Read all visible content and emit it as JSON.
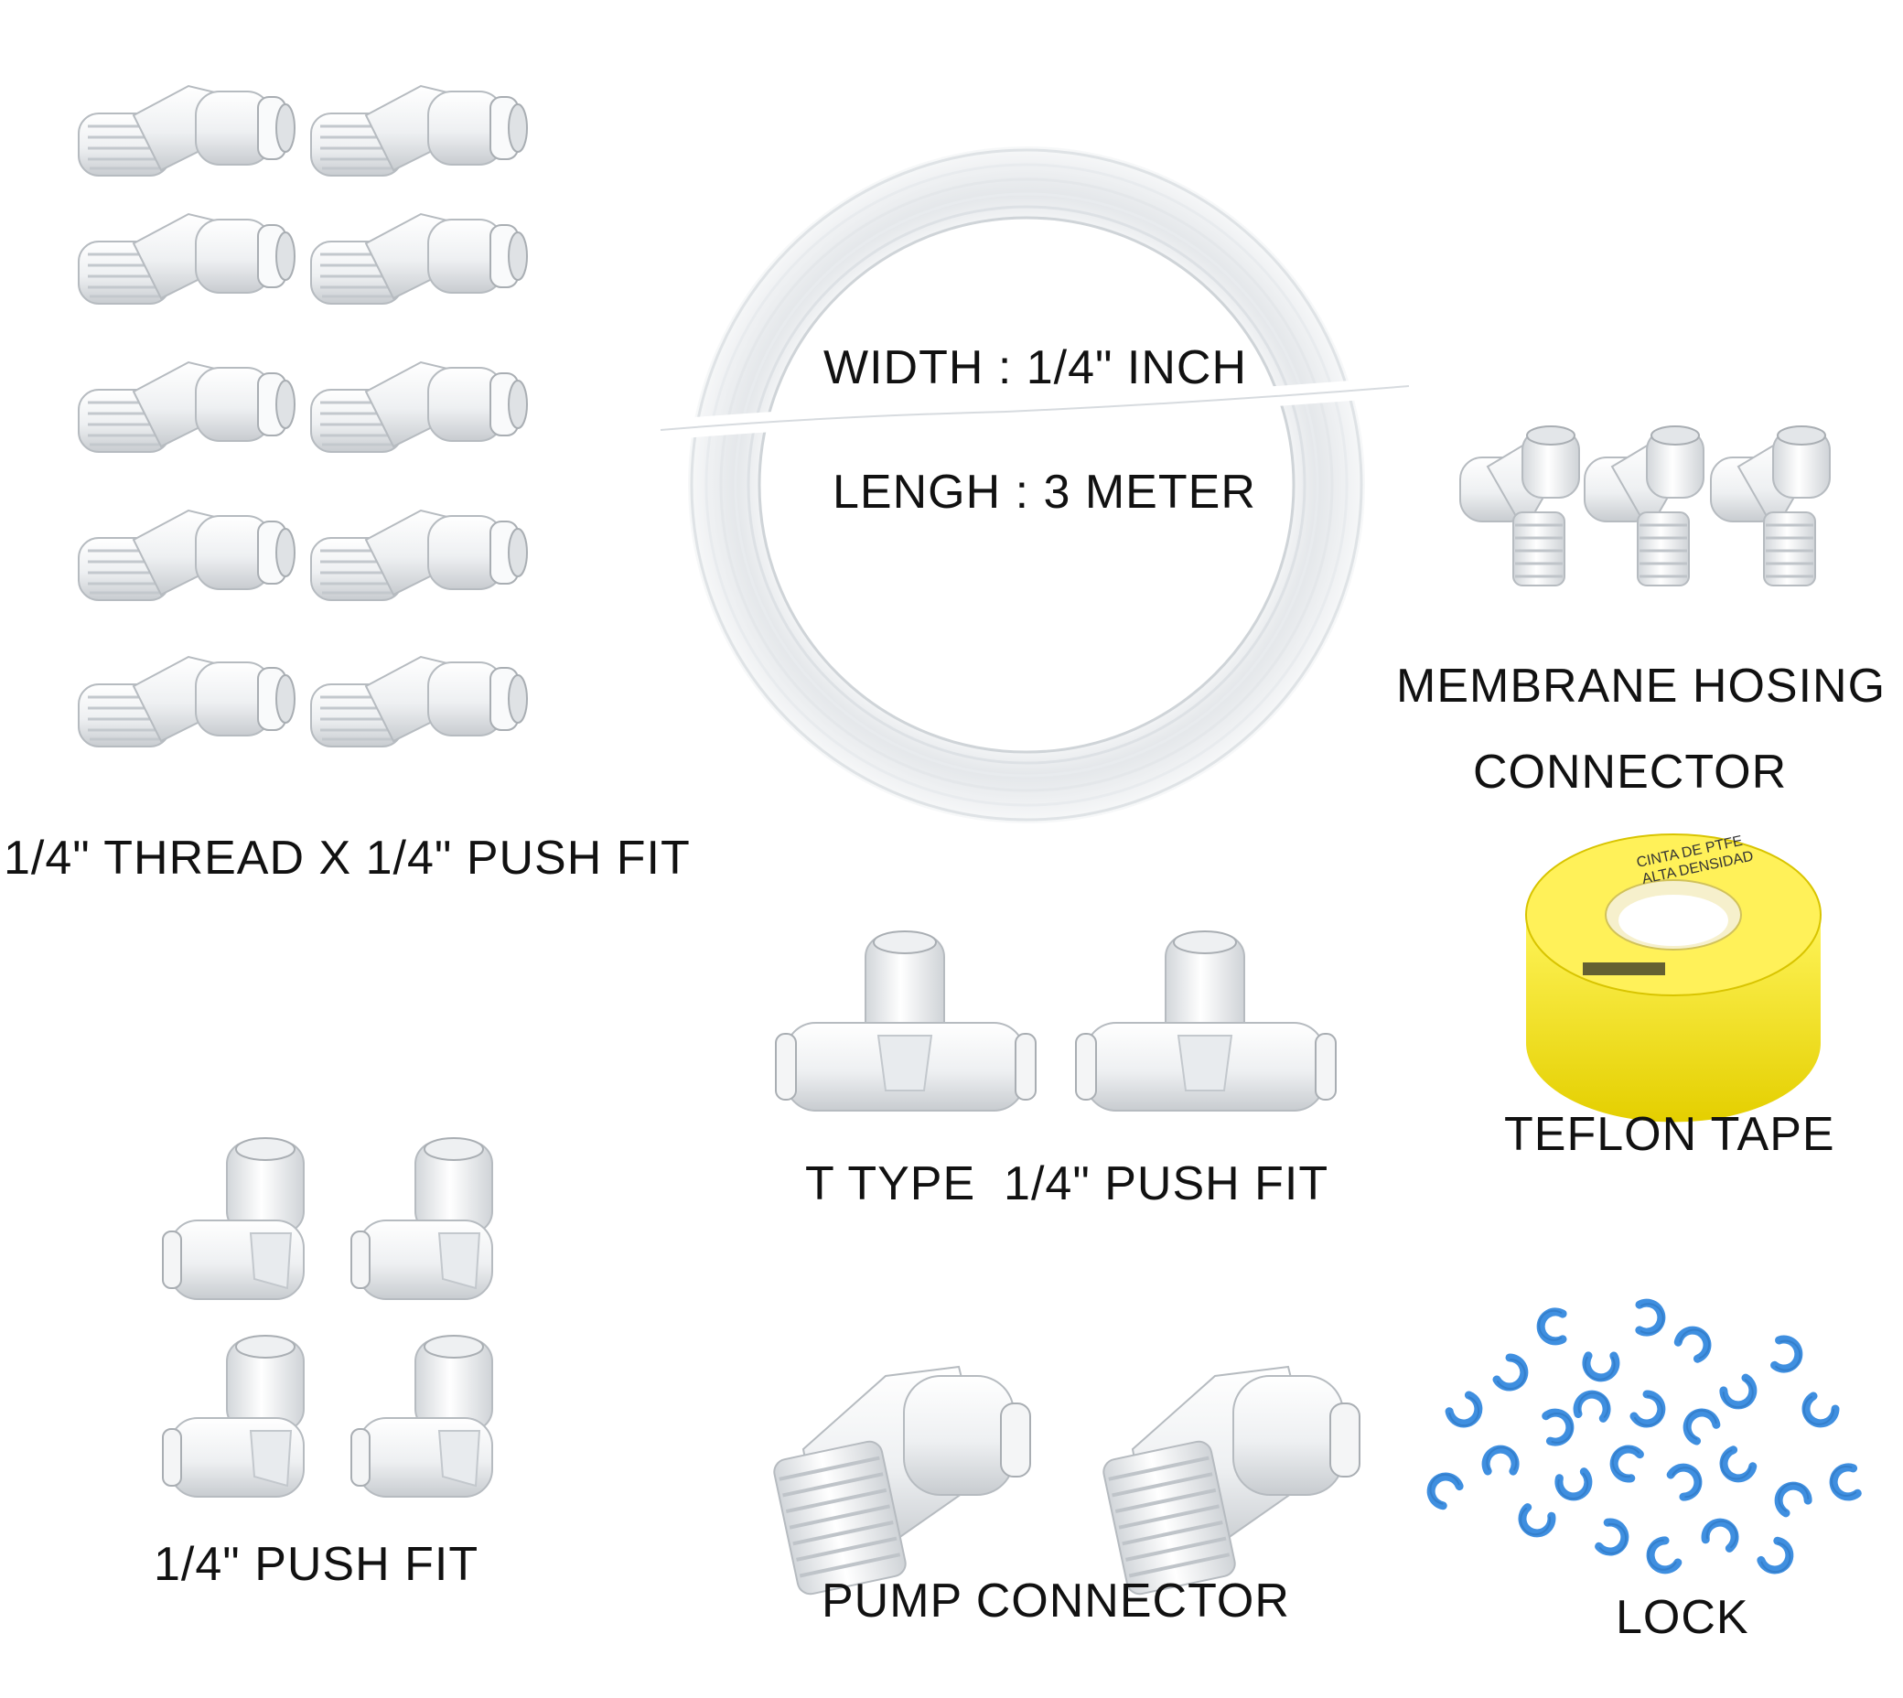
{
  "colors": {
    "fitting_body": "#f4f5f6",
    "fitting_shadow": "#c9cdd1",
    "fitting_edge": "#9ea4aa",
    "tape_yellow": "#f2e000",
    "tape_ring": "#f7f2d2",
    "lock_blue": "#3f8fe0",
    "lock_shadow": "#2a6fb8",
    "text": "#111111"
  },
  "labels": {
    "tube_width": "WIDTH : 1/4\" INCH",
    "tube_length": "LENGH : 3 METER",
    "elbow_thread": "1/4\" THREAD X 1/4\" PUSH FIT",
    "membrane_line1": "MEMBRANE HOSING",
    "membrane_line2": "CONNECTOR",
    "teflon": "TEFLON TAPE",
    "t_type": "T TYPE  1/4\" PUSH FIT",
    "push_fit": "1/4\" PUSH FIT",
    "pump": "PUMP CONNECTOR",
    "lock": "LOCK"
  },
  "tape_print": {
    "line1": "CINTA DE PTFE",
    "line2": "ALTA DENSIDAD"
  }
}
